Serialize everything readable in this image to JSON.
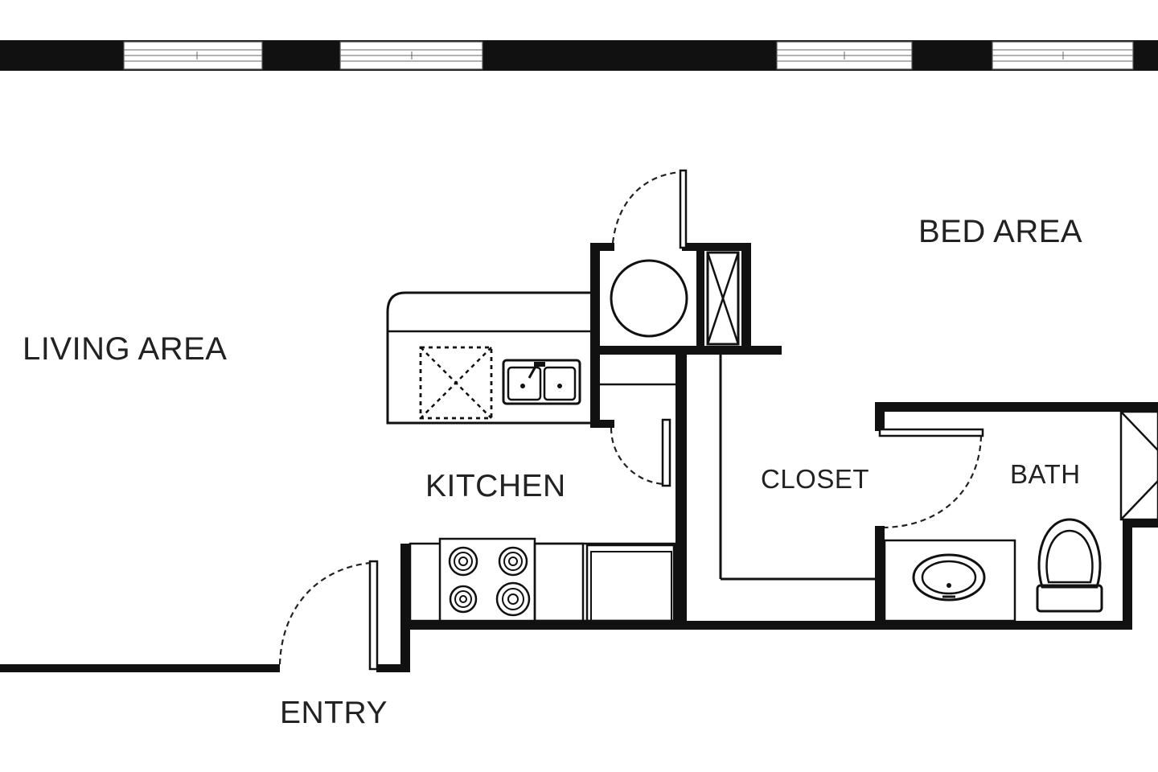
{
  "rooms": {
    "living": "LIVING AREA",
    "bed": "BED AREA",
    "kitchen": "KITCHEN",
    "closet": "CLOSET",
    "bath": "BATH",
    "entry": "ENTRY"
  },
  "colors": {
    "wall": "#111111",
    "background": "#ffffff",
    "text": "#222222"
  },
  "icons": {
    "range": "cooktop-4-burner-icon",
    "sink": "double-sink-icon",
    "vanity": "oval-lavatory-icon",
    "toilet": "toilet-icon",
    "water_heater": "water-heater-icon",
    "hvac": "hvac-unit-icon",
    "dishwasher": "dishwasher-icon",
    "refrigerator": "refrigerator-icon"
  }
}
